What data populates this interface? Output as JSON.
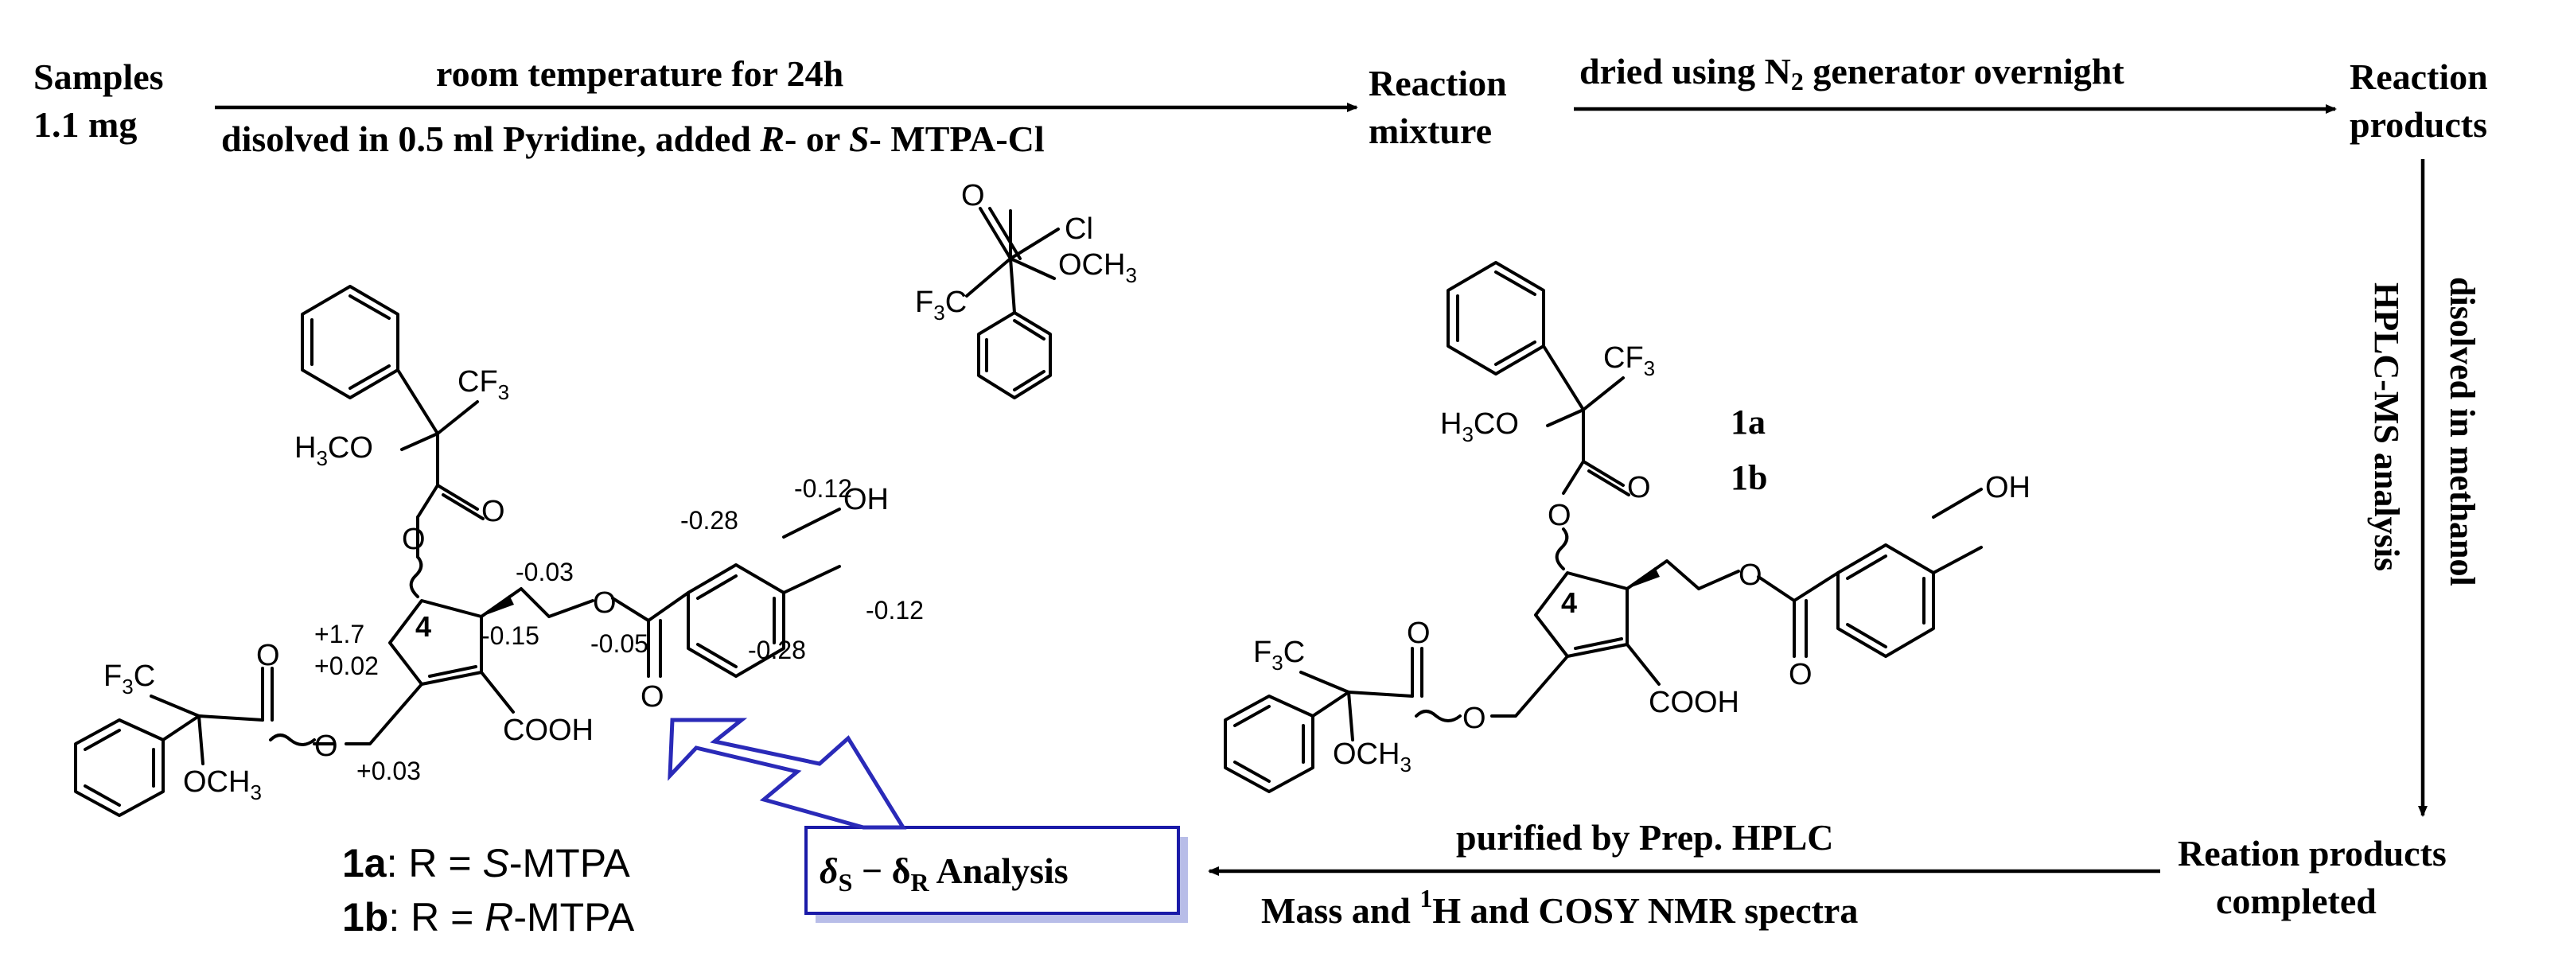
{
  "workflow": {
    "samples_line1": "Samples",
    "samples_line2": "1.1 mg",
    "step1_above": "room temperature for 24h",
    "step1_below_part1": "disolved in 0.5 ml Pyridine, added ",
    "step1_below_R": "R",
    "step1_below_mid": "- or ",
    "step1_below_S": "S",
    "step1_below_end": "- MTPA-Cl",
    "mixture_line1": "Reaction",
    "mixture_line2": "mixture",
    "step2_above_part1": "dried using N",
    "step2_above_sub": "2",
    "step2_above_part2": " generator overnight",
    "products_line1": "Reaction",
    "products_line2": "products",
    "step3_vertical_1": "disolved in methanol",
    "step3_vertical_2": "HPLC-MS analysis",
    "completed_line1": "Reation products",
    "completed_line2": "completed",
    "step4_above": "purified by Prep. HPLC",
    "step4_below_part1": "Mass and ",
    "step4_below_sup": "1",
    "step4_below_part2": "H and COSY NMR spectra",
    "analysis_part1": "δ",
    "analysis_sub_s": "S",
    "analysis_mid": " − δ",
    "analysis_sub_r": "R",
    "analysis_part2": " Analysis"
  },
  "reagent": {
    "carbonyl_o": "O",
    "chloride": "Cl",
    "methoxy": "OCH",
    "methoxy_sub": "3",
    "cf3": "F",
    "cf3_sub": "3",
    "cf3_c": "C"
  },
  "left_structure": {
    "top_cf3": "CF",
    "top_cf3_sub": "3",
    "top_h3co_h": "H",
    "top_h3co_sub": "3",
    "top_h3co_rest": "CO",
    "ester_o1": "O",
    "ester_o2": "O",
    "ring_label": "4",
    "left_f3c_f": "F",
    "left_f3c_sub": "3",
    "left_f3c_c": "C",
    "left_o_carbonyl": "O",
    "left_o_link": "O",
    "left_och3": "OCH",
    "left_och3_sub": "3",
    "cooh": "COOH",
    "side_o": "O",
    "side_carbonyl_o": "O",
    "oh": "OH",
    "deltas": {
      "a": "-0.12",
      "b": "-0.28",
      "c": "-0.03",
      "d": "+1.7",
      "e": "+0.02",
      "f": "-0.15",
      "g": "-0.05",
      "h": "-0.12",
      "i": "-0.28",
      "j": "+0.03"
    },
    "caption_1a_num": "1a",
    "caption_1a_rest": ": R = ",
    "caption_1a_config": "S",
    "caption_1a_end": "-MTPA",
    "caption_1b_num": "1b",
    "caption_1b_rest": ": R = ",
    "caption_1b_config": "R",
    "caption_1b_end": "-MTPA"
  },
  "right_structure": {
    "top_cf3": "CF",
    "top_cf3_sub": "3",
    "top_h3co_h": "H",
    "top_h3co_sub": "3",
    "top_h3co_rest": "CO",
    "ester_o1": "O",
    "ester_o2": "O",
    "ring_label": "4",
    "left_f3c_f": "F",
    "left_f3c_sub": "3",
    "left_f3c_c": "C",
    "left_o_carbonyl": "O",
    "left_o_link": "O",
    "left_och3": "OCH",
    "left_och3_sub": "3",
    "cooh": "COOH",
    "side_o": "O",
    "side_carbonyl_o": "O",
    "oh": "OH",
    "label_1a": "1a",
    "label_1b": "1b"
  },
  "colors": {
    "analysis_border": "#1a1aa8",
    "analysis_shadow": "#b8bde8",
    "hollow_arrow": "#2a2ab8"
  }
}
